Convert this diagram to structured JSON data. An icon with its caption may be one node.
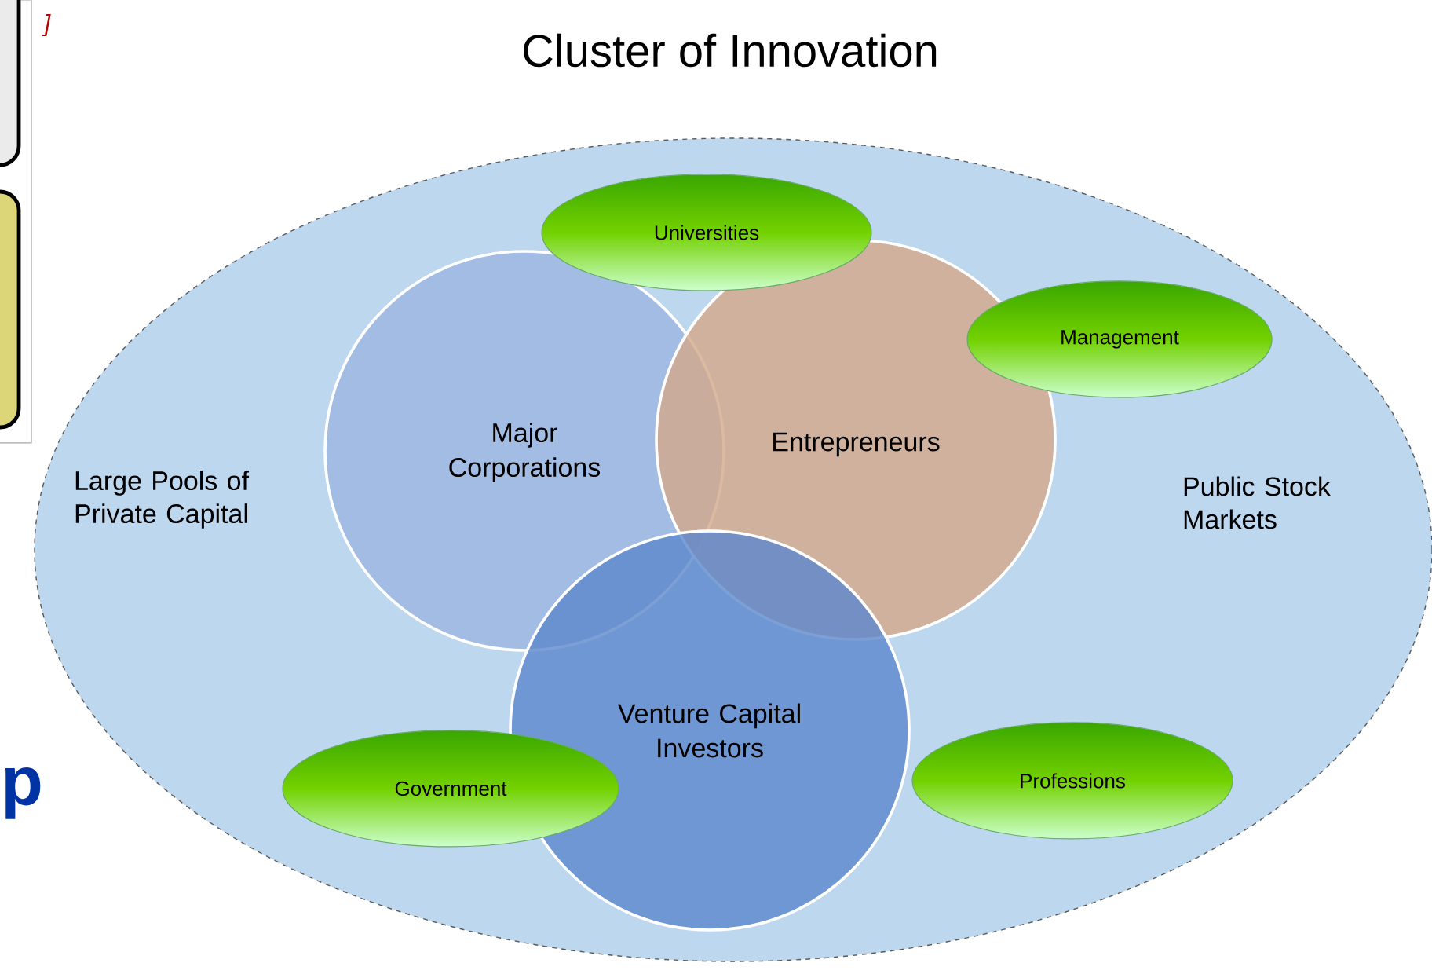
{
  "diagram": {
    "title": "Cluster of Innovation",
    "nodes": [
      {
        "text": [
          "Large Pools of Private Capital",
          "Public Stock Markets"
        ]
      },
      {
        "text": [
          "Major Corporations"
        ],
        "in": 0
      },
      {
        "text": [
          "Entrepreneurs"
        ],
        "in": 0
      },
      {
        "text": [
          "Venture Capital Investors"
        ],
        "in": 0
      },
      {
        "text": [
          "Universities"
        ],
        "in": 0
      },
      {
        "text": [
          "Management"
        ],
        "in": 0
      },
      {
        "text": [
          "Government"
        ],
        "in": 0
      },
      {
        "text": [
          "Professions"
        ],
        "in": 0
      }
    ],
    "labels": [
      "]",
      "p"
    ]
  }
}
